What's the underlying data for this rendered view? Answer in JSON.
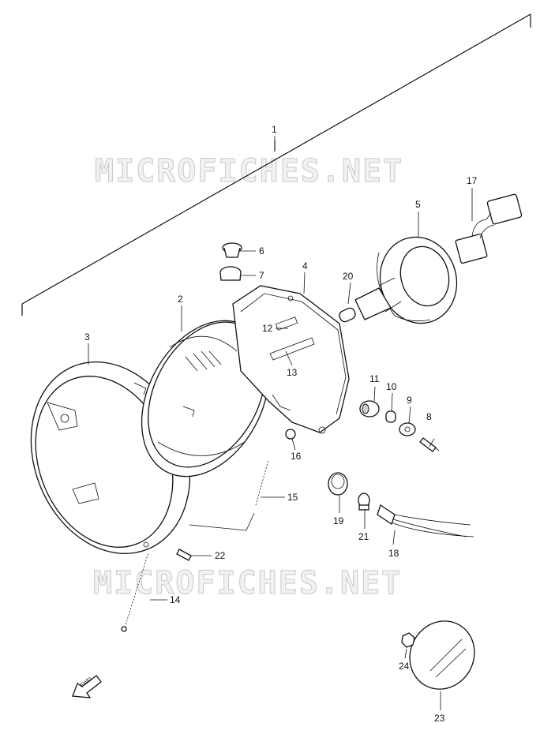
{
  "watermark": {
    "text": "MICROFICHES.NET"
  },
  "callouts": [
    "1",
    "2",
    "3",
    "4",
    "5",
    "6",
    "7",
    "8",
    "9",
    "10",
    "11",
    "12",
    "13",
    "14",
    "15",
    "16",
    "17",
    "18",
    "19",
    "20",
    "21",
    "22",
    "23",
    "24"
  ],
  "fwd_badge": {
    "text": "FWD"
  }
}
